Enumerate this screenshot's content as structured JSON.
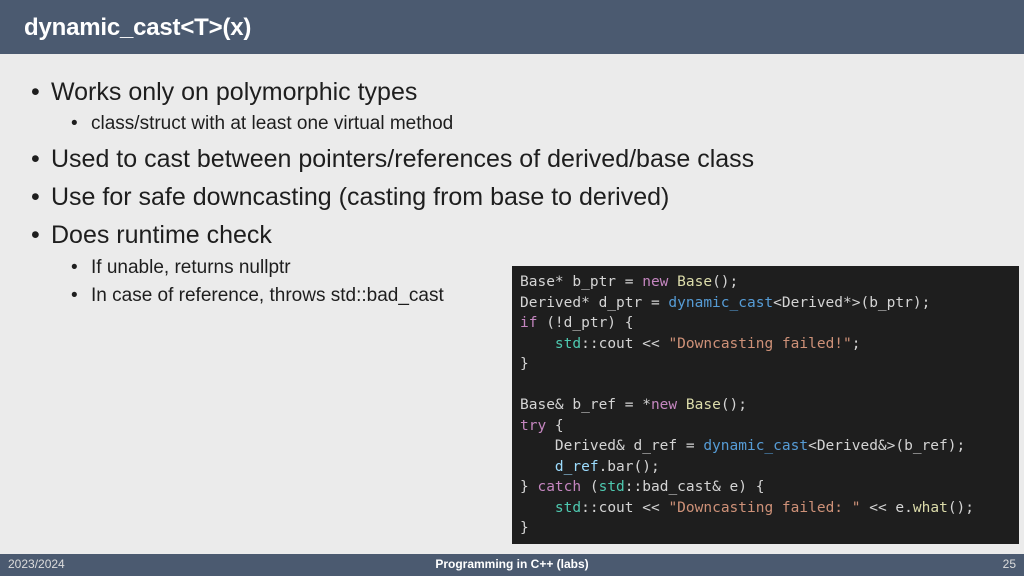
{
  "slide": {
    "title": "dynamic_cast<T>(x)",
    "bullets": [
      {
        "text": "Works only on polymorphic types",
        "sub": [
          "class/struct with at least one virtual method"
        ]
      },
      {
        "text": "Used to cast between pointers/references of derived/base class",
        "sub": []
      },
      {
        "text": "Use for safe downcasting (casting from base to derived)",
        "sub": []
      },
      {
        "text": "Does runtime check",
        "sub": [
          "If unable, returns nullptr",
          "In case of reference, throws std::bad_cast"
        ]
      }
    ],
    "bullet_glyph": "•",
    "code": [
      "Base* b_ptr = new Base();",
      "Derived* d_ptr = dynamic_cast<Derived*>(b_ptr);",
      "if (!d_ptr) {",
      "    std::cout << \"Downcasting failed!\";",
      "}",
      "",
      "Base& b_ref = *new Base();",
      "try {",
      "    Derived& d_ref = dynamic_cast<Derived&>(b_ref);",
      "    d_ref.bar();",
      "} catch (std::bad_cast& e) {",
      "    std::cout << \"Downcasting failed: \" << e.what();",
      "}"
    ]
  },
  "footer": {
    "left": "2023/2024",
    "center": "Programming in C++ (labs)",
    "right": "25"
  },
  "colors": {
    "header_bg": "#4b5a70",
    "slide_bg": "#ebebeb",
    "code_bg": "#1e1e1e"
  }
}
